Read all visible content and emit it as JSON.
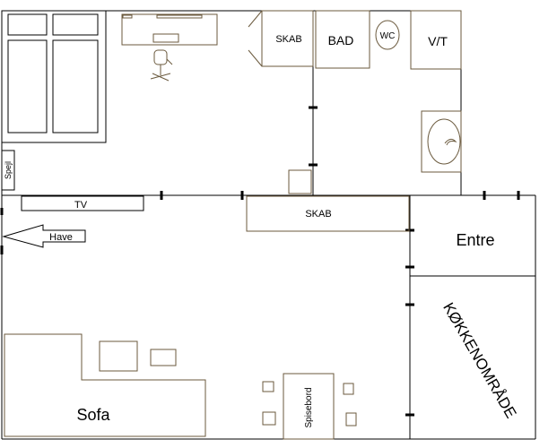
{
  "labels": {
    "skab_top": "SKAB",
    "bad": "BAD",
    "wc": "WC",
    "vt": "V/T",
    "spejl": "Spejl",
    "tv": "TV",
    "have": "Have",
    "skab_mid": "SKAB",
    "entre": "Entre",
    "kokkenomrade": "KØKKENOMRÅDE",
    "spisebord": "Spisebord",
    "sofa": "Sofa"
  },
  "colors": {
    "wall": "#000000",
    "furniture": "#6b5a3e",
    "background": "#ffffff"
  }
}
